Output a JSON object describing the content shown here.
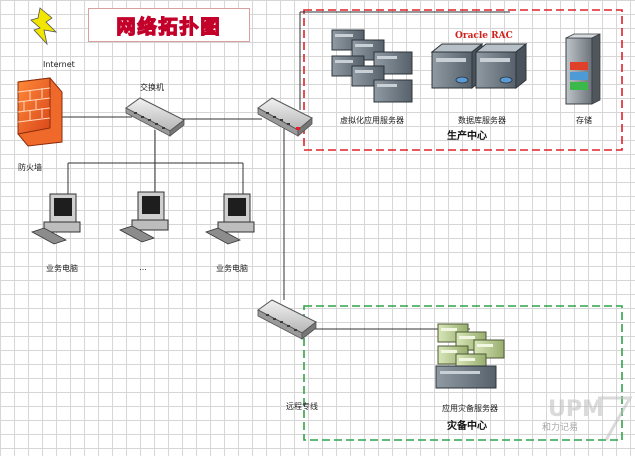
{
  "title": "网络拓扑图",
  "internet": "Internet",
  "firewall": "防火墙",
  "switch_main": "交换机",
  "pc_left": "业务电脑",
  "pc_middle": "...",
  "pc_right": "业务电脑",
  "production_center": {
    "title": "生产中心",
    "virtual_servers": "虚拟化应用服务器",
    "db_servers": "数据库服务器",
    "oracle_rac": "Oracle RAC",
    "storage": "存储",
    "border_color": "#e0202a"
  },
  "dr_center": {
    "title": "灾备中心",
    "app_servers": "应用灾备服务器",
    "border_color": "#2fa34a"
  },
  "remote_line": "远程专线",
  "watermark": "和力记易"
}
